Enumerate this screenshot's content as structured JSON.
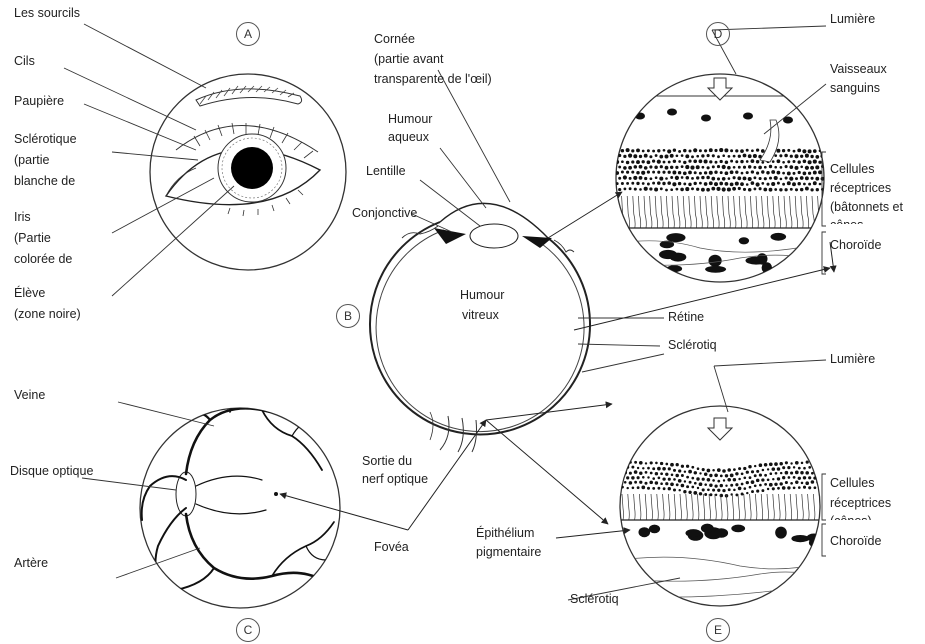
{
  "panels": {
    "A": {
      "letter": "A",
      "labels": {
        "sourcils": "Les sourcils",
        "cils": "Cils",
        "paupiere": "Paupière",
        "sclerotique_1": "Sclérotique",
        "sclerotique_2": "(partie",
        "sclerotique_3": "blanche de",
        "iris_1": "Iris",
        "iris_2": "(Partie",
        "iris_3": "colorée de",
        "eleve_1": "Élève",
        "eleve_2": "(zone noire)"
      }
    },
    "B": {
      "letter": "B",
      "labels": {
        "cornee_1": "Cornée",
        "cornee_2": "(partie avant",
        "cornee_3": "transparente de l'œil)",
        "humour_aqueux_1": "Humour",
        "humour_aqueux_2": "aqueux",
        "lentille": "Lentille",
        "conjonctive": "Conjonctive",
        "humour_vitreux_1": "Humour",
        "humour_vitreux_2": "vitreux",
        "retine": "Rétine",
        "sclerotiq": "Sclérotiq",
        "sortie_1": "Sortie du",
        "sortie_2": "nerf optique"
      }
    },
    "C": {
      "letter": "C",
      "labels": {
        "veine": "Veine",
        "disque": "Disque optique",
        "artere": "Artère",
        "fovea": "Fovéa"
      }
    },
    "D": {
      "letter": "D",
      "labels": {
        "lumiere": "Lumière",
        "vaisseaux_1": "Vaisseaux",
        "vaisseaux_2": "sanguins",
        "cellules_1": "Cellules",
        "cellules_2": "réceptrices",
        "cellules_3": "(bâtonnets et",
        "cellules_4": "cônes",
        "choroide": "Choroïde"
      }
    },
    "E": {
      "letter": "E",
      "labels": {
        "lumiere": "Lumière",
        "cellules_1": "Cellules",
        "cellules_2": "réceptrices",
        "cellules_3": "(cônes)",
        "choroide": "Choroïde",
        "epithelium_1": "Épithélium",
        "epithelium_2": "pigmentaire",
        "sclerotiq": "Sclérotiq"
      }
    }
  }
}
